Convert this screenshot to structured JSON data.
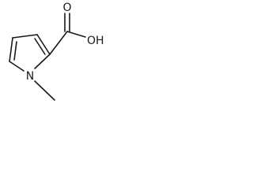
{
  "molecule": {
    "labels": {
      "oxygen": "O",
      "hydroxyl": "OH",
      "nitrogen": "N"
    }
  }
}
